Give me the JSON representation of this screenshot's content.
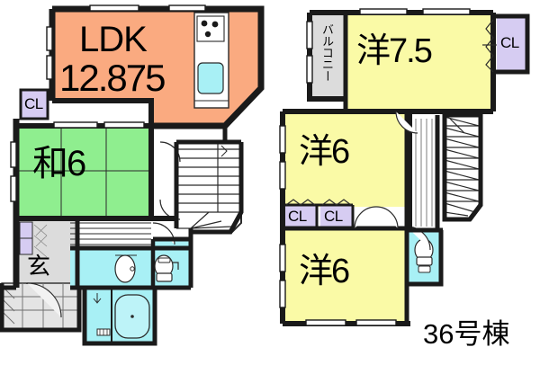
{
  "document": {
    "type": "floor-plan",
    "building_label": "36号棟",
    "colors": {
      "ldk": "#FAAA80",
      "washitsu": "#8FEE8F",
      "western_room": "#FAFAA6",
      "closet": "#D6CCF2",
      "water_area": "#A8F0F5",
      "entrance": "#DCDCDC",
      "balcony": "#DCDCDC",
      "wall": "#1a1a1a",
      "background": "#FFFFFF"
    }
  },
  "floor1": {
    "rooms": [
      {
        "id": "ldk",
        "name": "LDK",
        "size": "12.875",
        "type": "living-dining-kitchen"
      },
      {
        "id": "washitsu",
        "name": "和",
        "size": "6",
        "type": "japanese-room"
      },
      {
        "id": "closet_1f",
        "name": "CL",
        "type": "closet"
      },
      {
        "id": "entrance",
        "name": "玄",
        "type": "entrance"
      }
    ],
    "fixtures": [
      {
        "id": "kitchen-stove",
        "name": "stove-icon"
      },
      {
        "id": "kitchen-sink",
        "name": "sink-icon"
      },
      {
        "id": "washbasin",
        "name": "washbasin-icon"
      },
      {
        "id": "toilet-1f",
        "name": "toilet-icon"
      },
      {
        "id": "bathtub",
        "name": "bathtub-icon"
      },
      {
        "id": "shoe-cabinet",
        "name": "shoe-cabinet-icon"
      },
      {
        "id": "staircase-1f",
        "name": "staircase-icon"
      }
    ]
  },
  "floor2": {
    "rooms": [
      {
        "id": "yo75",
        "name": "洋",
        "size": "7.5",
        "type": "western-room"
      },
      {
        "id": "yo6_mid",
        "name": "洋",
        "size": "6",
        "type": "western-room"
      },
      {
        "id": "yo6_bottom",
        "name": "洋",
        "size": "6",
        "type": "western-room"
      },
      {
        "id": "closet_2f_top",
        "name": "CL",
        "type": "closet"
      },
      {
        "id": "closet_2f_left",
        "name": "CL",
        "type": "closet"
      },
      {
        "id": "closet_2f_right",
        "name": "CL",
        "type": "closet"
      },
      {
        "id": "balcony",
        "name": "バルコニー",
        "type": "balcony"
      }
    ],
    "fixtures": [
      {
        "id": "toilet-2f",
        "name": "toilet-icon"
      },
      {
        "id": "staircase-2f",
        "name": "staircase-icon"
      }
    ]
  },
  "labels": {
    "ldk_name": "LDK",
    "ldk_size": "12.875",
    "washitsu_name": "和6",
    "cl": "CL",
    "entrance": "玄",
    "balcony": "バルコニー",
    "yo75": "洋7.5",
    "yo6": "洋6",
    "building": "36号棟"
  }
}
